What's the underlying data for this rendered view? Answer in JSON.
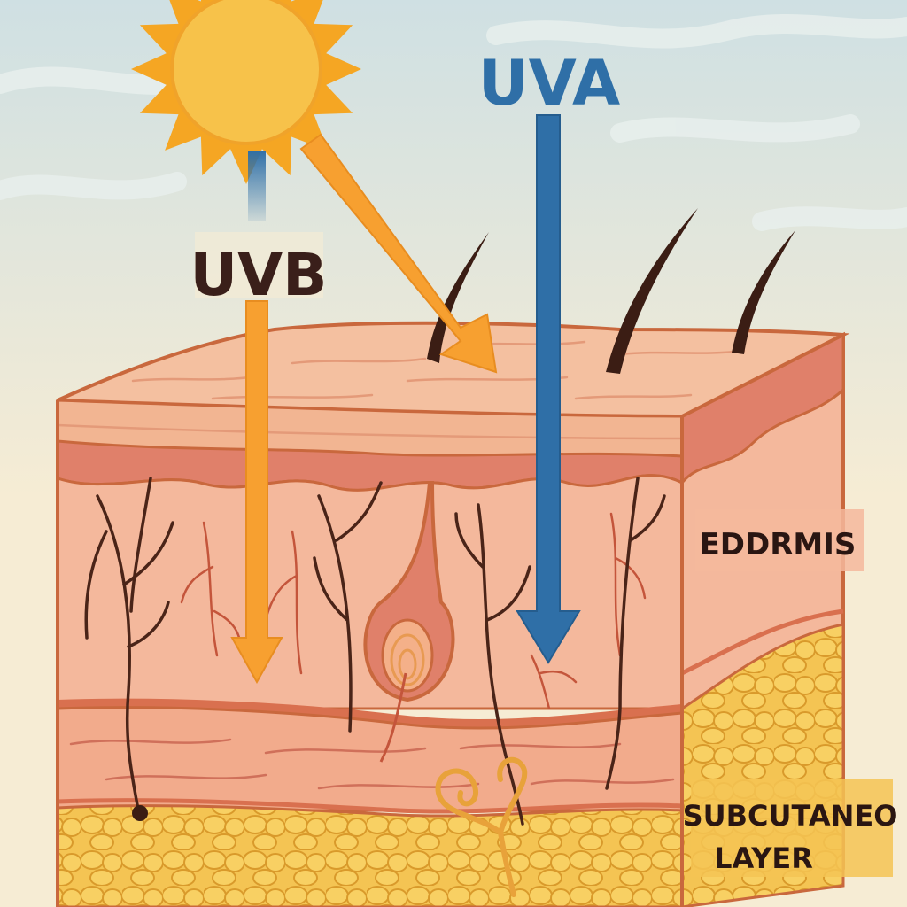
{
  "labels": {
    "uva": "UVA",
    "uvb": "UVB",
    "dermis": "EDDRMIS",
    "subcutaneous_line1": "SUBCUTANEO",
    "subcutaneous_line2": "LAYER"
  },
  "colors": {
    "sky_top": "#cfe0e3",
    "sky_bottom": "#f6ecd4",
    "sun": "#f7c24a",
    "sun_rays": "#f5a623",
    "uva_blue": "#2f6fa7",
    "uvb_orange": "#f7a030",
    "label_dark": "#3a1f1a",
    "epidermis": "#f2b592",
    "dermis": "#f4b89c",
    "dermis_band": "#e0806a",
    "fat": "#f4c453",
    "fat_outline": "#d99a2b",
    "outline": "#c9683d",
    "hair": "#3b1d14"
  },
  "icons": [
    "sun-icon",
    "hair-strand-icon",
    "hair-follicle-icon",
    "sweat-gland-icon",
    "blood-vessel-icon"
  ]
}
